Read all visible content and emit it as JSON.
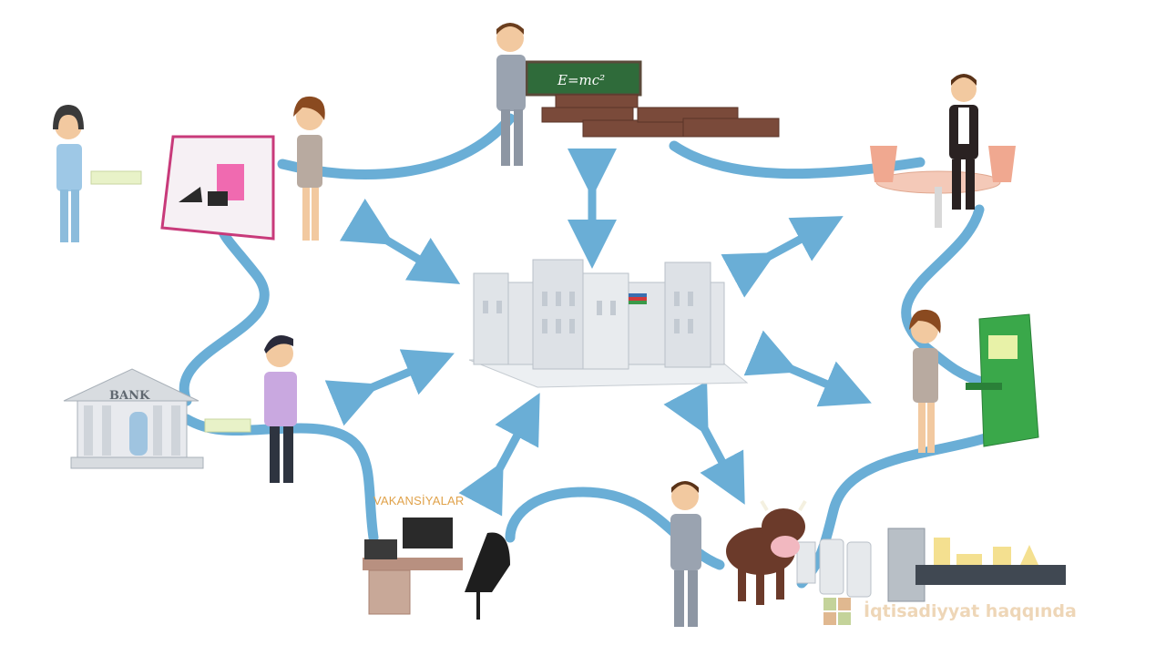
{
  "scene": {
    "chalkboard_text": "E=mc²",
    "bank_sign": "BANK",
    "vacancies_label": "VAKANSİYALAR",
    "watermark_text": "İqtisadiyyat haqqında"
  },
  "colors": {
    "path": "#6aaed6",
    "arrow": "#6aaed6",
    "suit_gray": "#9aa3b0",
    "atm_green": "#3aa84a",
    "chalkboard": "#2f6b3a",
    "desk_brown": "#7a4a3a"
  },
  "icons": [
    "government-building-icon",
    "teacher-icon",
    "waiter-icon",
    "atm-icon",
    "dairy-factory-icon",
    "cow-icon",
    "office-desk-icon",
    "bank-icon",
    "shop-display-icon",
    "banknotes-icon"
  ]
}
